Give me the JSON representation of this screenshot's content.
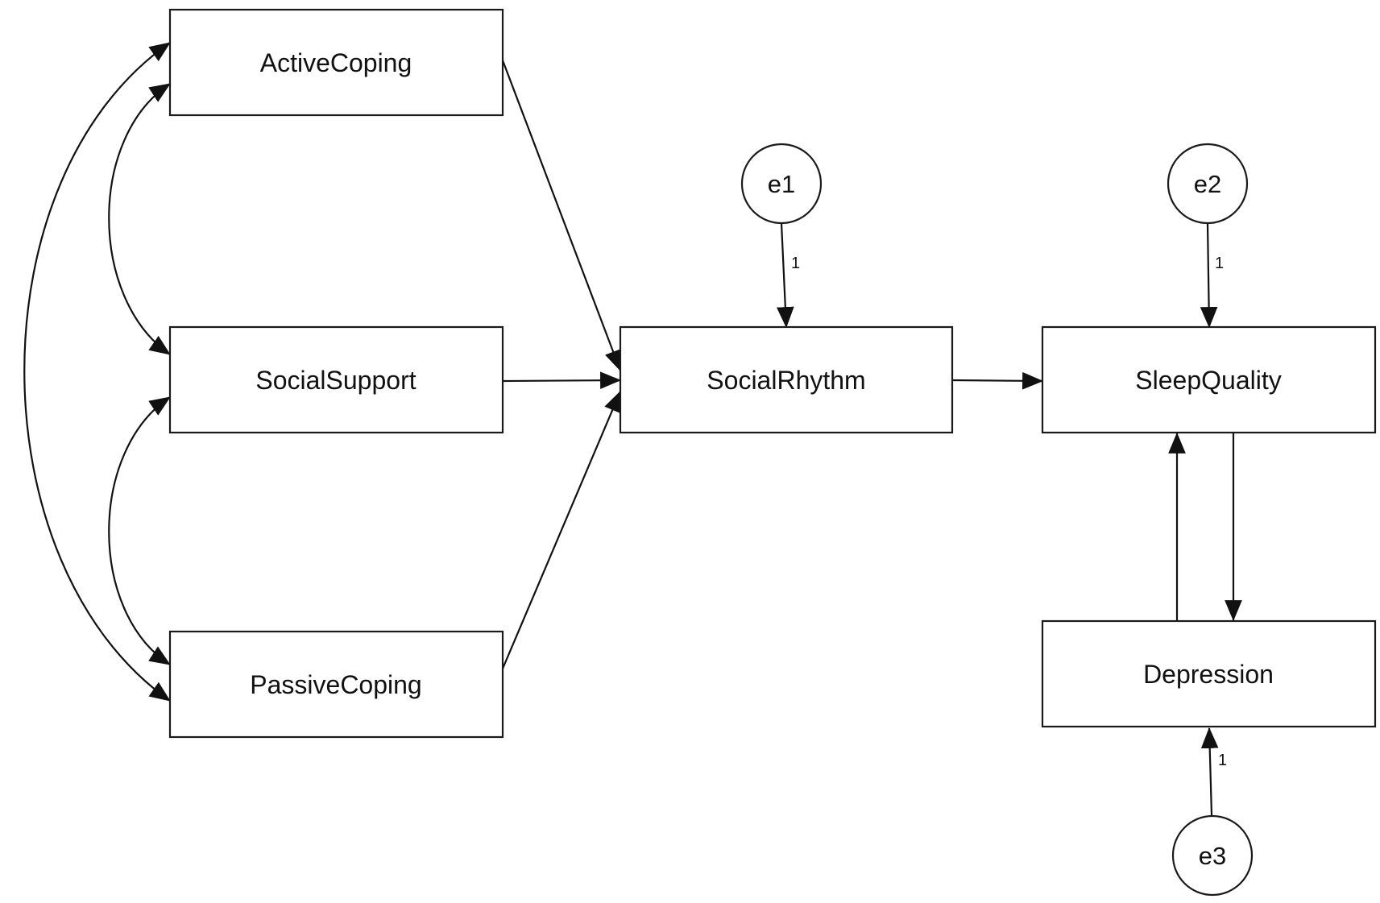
{
  "nodes": {
    "active_coping": "ActiveCoping",
    "social_support": "SocialSupport",
    "passive_coping": "PassiveCoping",
    "social_rhythm": "SocialRhythm",
    "sleep_quality": "SleepQuality",
    "depression": "Depression"
  },
  "errors": {
    "e1": "e1",
    "e2": "e2",
    "e3": "e3"
  },
  "weights": {
    "e1": "1",
    "e2": "1",
    "e3": "1"
  },
  "colors": {
    "stroke": "#111111",
    "background": "#ffffff"
  }
}
